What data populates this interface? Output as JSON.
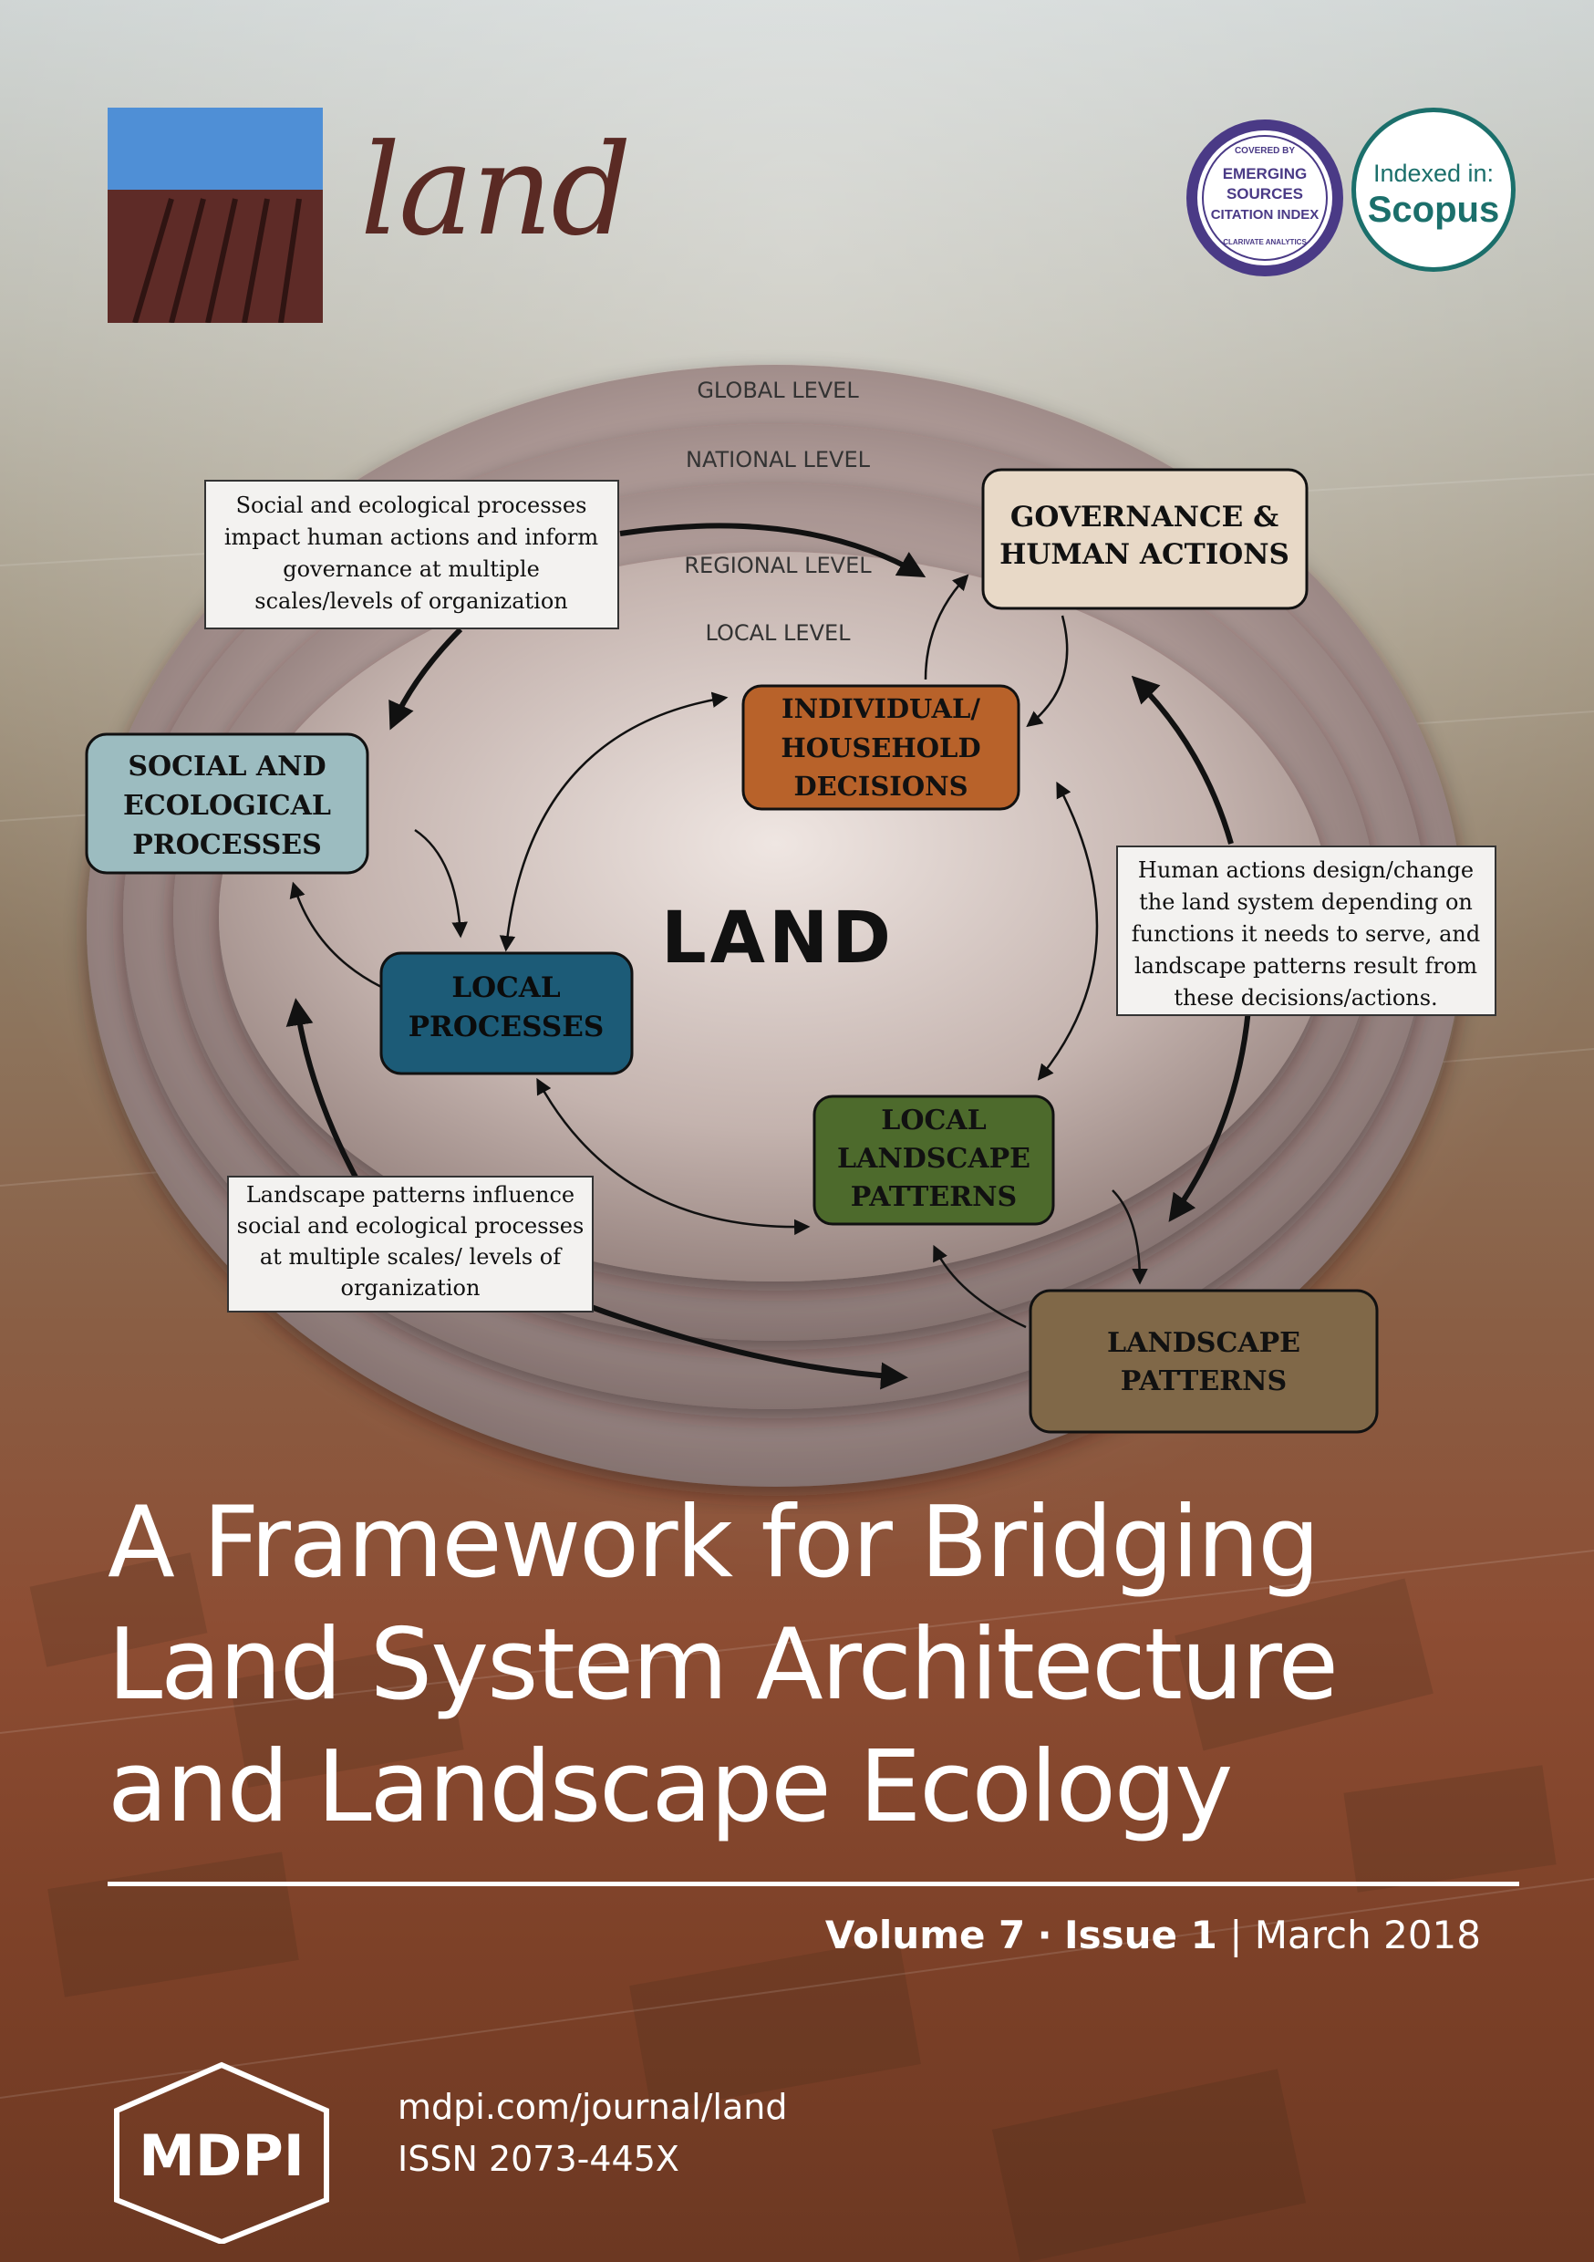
{
  "journal": {
    "name": "land",
    "colors": {
      "sky": "#4f8fd6",
      "soil": "#5e2b27",
      "wordmark": "#5a2a24"
    }
  },
  "badges": {
    "esci": {
      "line1": "COVERED BY",
      "line2": "EMERGING",
      "line3": "SOURCES",
      "line4": "CITATION INDEX",
      "line5": "CLARIVATE ANALYTICS"
    },
    "scopus": {
      "label": "Indexed in:",
      "name": "Scopus",
      "color": "#1b6f6b"
    }
  },
  "diagram": {
    "levels": {
      "global": "GLOBAL LEVEL",
      "national": "NATIONAL LEVEL",
      "regional": "REGIONAL LEVEL",
      "local": "LOCAL LEVEL"
    },
    "center": "LAND",
    "nodes": {
      "governance": {
        "line1": "GOVERNANCE &",
        "line2": "HUMAN ACTIONS",
        "color": "#e8d9c7"
      },
      "individual": {
        "line1": "INDIVIDUAL/",
        "line2": "HOUSEHOLD",
        "line3": "DECISIONS",
        "color": "#b8622a"
      },
      "social": {
        "line1": "SOCIAL AND",
        "line2": "ECOLOGICAL",
        "line3": "PROCESSES",
        "color": "#9cbcc0"
      },
      "local_processes": {
        "line1": "LOCAL",
        "line2": "PROCESSES",
        "color": "#1c5b77"
      },
      "local_landscape": {
        "line1": "LOCAL",
        "line2": "LANDSCAPE",
        "line3": "PATTERNS",
        "color": "#4d6a2c"
      },
      "landscape": {
        "line1": "LANDSCAPE",
        "line2": "PATTERNS",
        "color": "#806848"
      }
    },
    "notes": {
      "top_left": [
        "Social and ecological processes",
        "impact human actions and inform",
        "governance at multiple",
        "scales/levels of organization"
      ],
      "right": [
        "Human actions design/change",
        "the land system depending on",
        "functions it needs to serve, and",
        "landscape patterns result from",
        "these decisions/actions."
      ],
      "bottom_left": [
        "Landscape patterns influence",
        "social and ecological processes",
        "at multiple scales/ levels of",
        "organization"
      ]
    }
  },
  "article": {
    "title_line1": "A Framework for Bridging",
    "title_line2": "Land System Architecture",
    "title_line3": "and Landscape Ecology"
  },
  "issue": {
    "volume": "Volume 7",
    "separator": "·",
    "issue": "Issue 1",
    "divider": "|",
    "date": "March 2018"
  },
  "publisher": {
    "name": "MDPI",
    "url": "mdpi.com/journal/land",
    "issn": "ISSN 2073-445X"
  }
}
